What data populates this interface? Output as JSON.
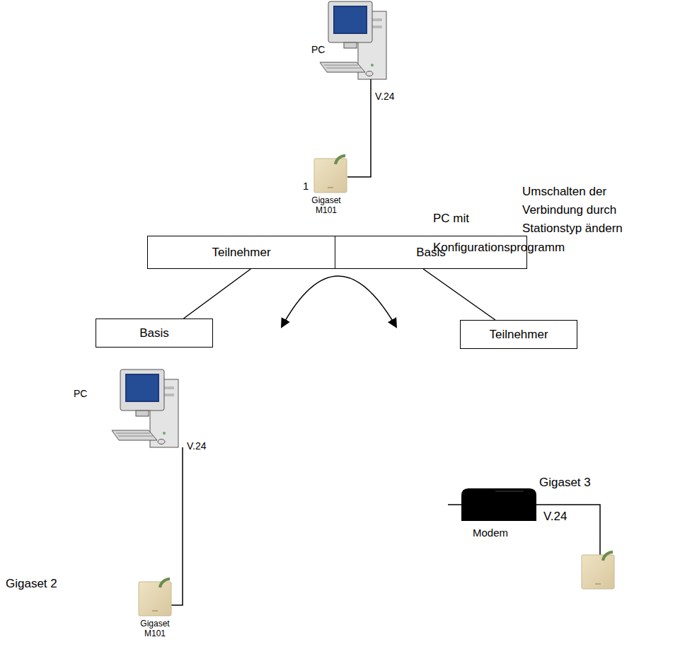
{
  "diagram": {
    "nodes": [
      {
        "text": [
          "Teilnehmer"
        ]
      },
      {
        "text": [
          "Basis"
        ]
      },
      {
        "text": [
          "Basis"
        ]
      },
      {
        "text": [
          "Teilnehmer"
        ]
      }
    ],
    "edges": [
      {
        "from": 0,
        "to": 2,
        "arrow": "none"
      },
      {
        "from": 1,
        "to": 3,
        "arrow": "none"
      }
    ],
    "labels": [
      "PC",
      "V.24",
      "1",
      "Gigaset M101",
      "PC mit Konfigurationsprogramm",
      "Umschalten der Verbindung durch Stationstyp ändern",
      "PC",
      "V.24",
      "Gigaset 2",
      "Gigaset 3",
      "V.24",
      "Modem",
      "Gigaset M101"
    ]
  }
}
